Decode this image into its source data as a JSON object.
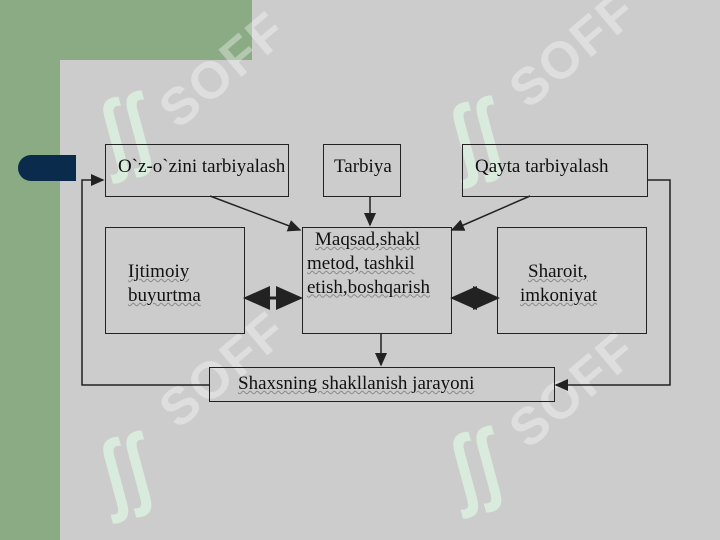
{
  "diagram": {
    "top_left": "O`z-o`zini tarbiyalash",
    "top_center": "Tarbiya",
    "top_right": "Qayta tarbiyalash",
    "middle_left": [
      "Ijtimoiy",
      "buyurtma"
    ],
    "middle_center": [
      "Maqsad,shakl",
      "metod, tashkil",
      "etish,boshqarish"
    ],
    "middle_right": [
      "Sharoit,",
      "imkoniyat"
    ],
    "bottom": "Shaxsning shakllanish jarayoni"
  },
  "watermark": {
    "text": "SOFF",
    "logo": "ʃʃ"
  },
  "colors": {
    "background": "#cccccc",
    "green": "#8aab84",
    "tab": "#0b2b4d",
    "line": "#222222"
  }
}
